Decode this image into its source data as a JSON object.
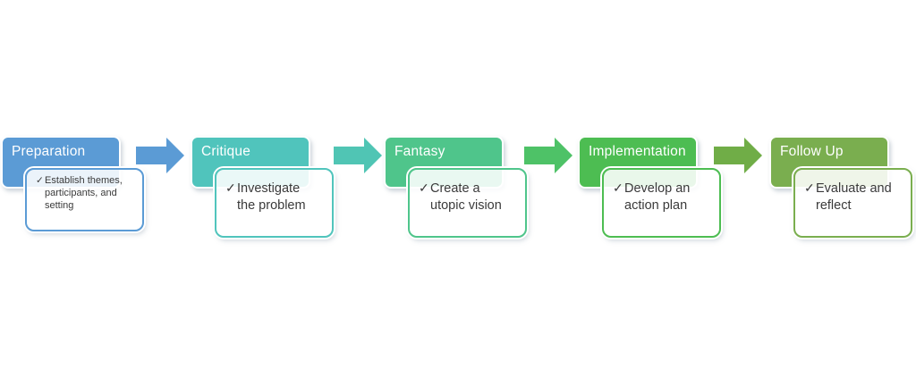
{
  "diagram": {
    "checkmark": "✓",
    "text_color": "#3a3a3a",
    "stages": [
      {
        "title": "Preparation",
        "color": "#5B9BD5",
        "lines": [
          "Establish themes,",
          "participants, and",
          "setting"
        ]
      },
      {
        "title": "Critique",
        "color": "#50C4BC",
        "lines": [
          "Investigate",
          "the problem"
        ]
      },
      {
        "title": "Fantasy",
        "color": "#4FC58B",
        "lines": [
          "Create a",
          "utopic vision"
        ]
      },
      {
        "title": "Implementation",
        "color": "#4DBD52",
        "lines": [
          "Develop an",
          "action plan"
        ]
      },
      {
        "title": "Follow Up",
        "color": "#7AAE4F",
        "lines": [
          "Evaluate and",
          "reflect"
        ]
      }
    ],
    "arrows": [
      {
        "color": "#5B9BD5"
      },
      {
        "color": "#50C5B4"
      },
      {
        "color": "#4EC267"
      },
      {
        "color": "#70AD47"
      }
    ]
  }
}
